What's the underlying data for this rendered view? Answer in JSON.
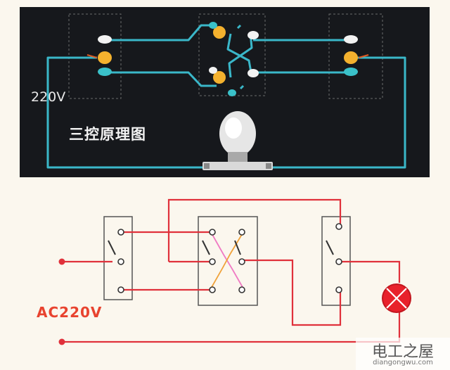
{
  "photo": {
    "voltage_label": "220V",
    "title": "三控原理图"
  },
  "schematic": {
    "voltage_label": "AC220V"
  },
  "watermark": {
    "name": "电工之屋",
    "url": "diangongwu.com"
  },
  "colors": {
    "photo_background": "#16181c",
    "photo_wire": "#3ab7c9",
    "schematic_wire": "#e0313b",
    "schematic_wire_alt": "#f07ac3",
    "lamp": "#e8212b",
    "accent_text": "#e8432f"
  }
}
